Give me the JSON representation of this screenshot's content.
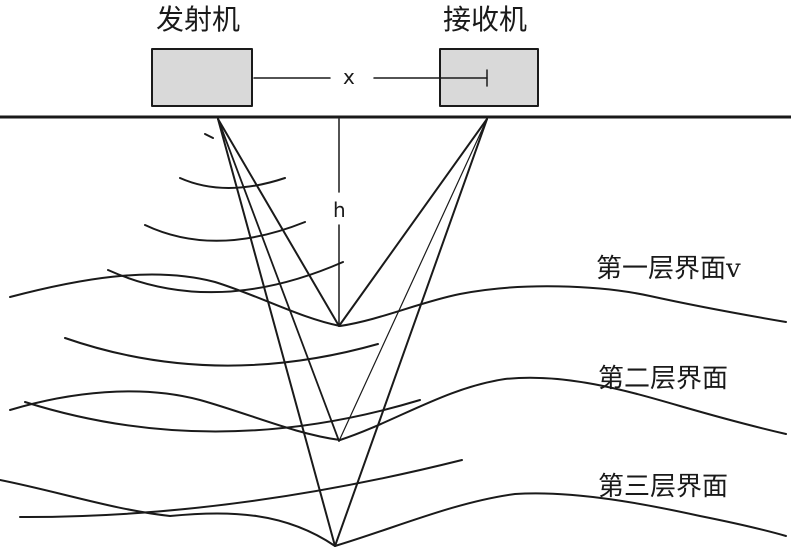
{
  "transmitter": {
    "label": "发射机"
  },
  "receiver": {
    "label": "接收机"
  },
  "offset": {
    "label": "x"
  },
  "depth": {
    "label": "h"
  },
  "layers": [
    {
      "label": "第一层界面v"
    },
    {
      "label": "第二层界面"
    },
    {
      "label": "第三层界面"
    }
  ],
  "colors": {
    "stroke": "#1a1a1a",
    "box_fill": "#d9d9d9",
    "background": "#ffffff"
  }
}
